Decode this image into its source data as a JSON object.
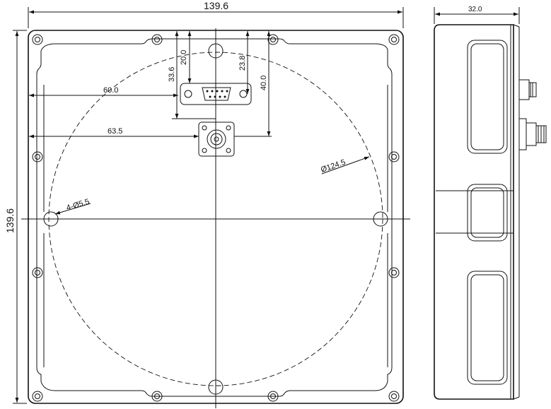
{
  "dimensions": {
    "overall_width": "139.6",
    "overall_height": "139.6",
    "depth": "32.0",
    "dim_60": "60.0",
    "dim_63_5": "63.5",
    "dim_33_6": "33.6",
    "dim_20": "20.0",
    "dim_23_8": "23.8",
    "dim_40": "40.0",
    "circle_diameter": "Ø124.5",
    "holes": "4-Ø5.5"
  },
  "colors": {
    "line": "#111111",
    "background": "#ffffff"
  }
}
